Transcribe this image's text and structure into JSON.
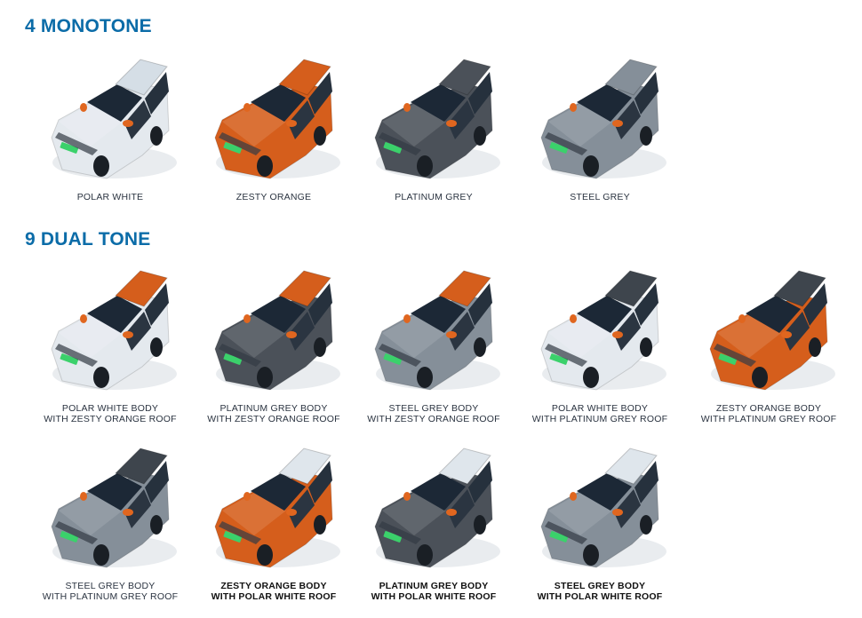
{
  "monotone": {
    "title": "4 MONOTONE",
    "cars": [
      {
        "line1": "POLAR WHITE",
        "line2": "",
        "body": "#e4e9ee",
        "roof": "#d5dee6",
        "bold": false
      },
      {
        "line1": "ZESTY ORANGE",
        "line2": "",
        "body": "#d55e1c",
        "roof": "#d55e1c",
        "bold": false
      },
      {
        "line1": "PLATINUM GREY",
        "line2": "",
        "body": "#4b5159",
        "roof": "#4b5159",
        "bold": false
      },
      {
        "line1": "STEEL GREY",
        "line2": "",
        "body": "#858f99",
        "roof": "#858f99",
        "bold": false
      }
    ]
  },
  "dualtone": {
    "title": "9 DUAL TONE",
    "cars": [
      {
        "line1": "POLAR WHITE BODY",
        "line2": "WITH ZESTY ORANGE ROOF",
        "body": "#e4e9ee",
        "roof": "#d55e1c",
        "bold": false
      },
      {
        "line1": "PLATINUM GREY BODY",
        "line2": "WITH ZESTY ORANGE ROOF",
        "body": "#4b5159",
        "roof": "#d55e1c",
        "bold": false
      },
      {
        "line1": "STEEL GREY BODY",
        "line2": "WITH ZESTY ORANGE ROOF",
        "body": "#858f99",
        "roof": "#d55e1c",
        "bold": false
      },
      {
        "line1": "POLAR WHITE BODY",
        "line2": "WITH PLATINUM GREY ROOF",
        "body": "#e4e9ee",
        "roof": "#3e454d",
        "bold": false
      },
      {
        "line1": "ZESTY ORANGE BODY",
        "line2": "WITH PLATINUM GREY ROOF",
        "body": "#d55e1c",
        "roof": "#3e454d",
        "bold": false
      },
      {
        "line1": "STEEL GREY BODY",
        "line2": "WITH PLATINUM GREY ROOF",
        "body": "#858f99",
        "roof": "#3e454d",
        "bold": false
      },
      {
        "line1": "ZESTY ORANGE BODY",
        "line2": "WITH POLAR WHITE ROOF",
        "body": "#d55e1c",
        "roof": "#dfe6ec",
        "bold": true
      },
      {
        "line1": "PLATINUM GREY BODY",
        "line2": "WITH POLAR WHITE ROOF",
        "body": "#4b5159",
        "roof": "#dfe6ec",
        "bold": true
      },
      {
        "line1": "STEEL GREY BODY",
        "line2": "WITH POLAR WHITE ROOF",
        "body": "#858f99",
        "roof": "#dfe6ec",
        "bold": true
      }
    ]
  }
}
